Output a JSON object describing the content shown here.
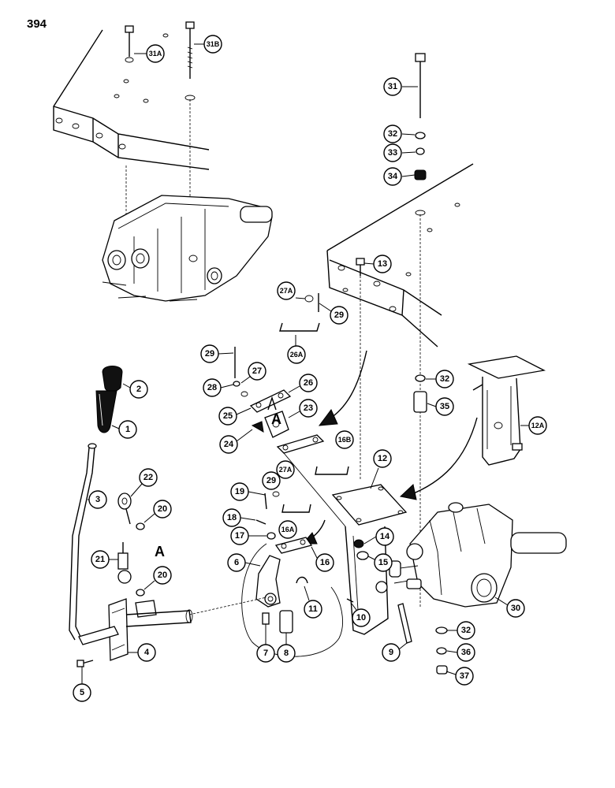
{
  "page_number": "394",
  "callouts": {
    "c31A": "31A",
    "c31B": "31B",
    "c31": "31",
    "c32a": "32",
    "c33": "33",
    "c34": "34",
    "c13": "13",
    "c27A": "27A",
    "c29a": "29",
    "c26A": "26A",
    "c29b": "29",
    "c27": "27",
    "c28": "28",
    "c26": "26",
    "c25": "25",
    "c23": "23",
    "c24": "24",
    "c16B": "16B",
    "c32b": "32",
    "c35": "35",
    "c12A": "12A",
    "c2": "2",
    "c1": "1",
    "c22": "22",
    "c3": "3",
    "c20a": "20",
    "c12": "12",
    "c19": "19",
    "c29c": "29",
    "c27A2": "27A",
    "c18": "18",
    "c16A": "16A",
    "c14": "14",
    "c17": "17",
    "c16": "16",
    "c15": "15",
    "c21": "21",
    "c20b": "20",
    "c6": "6",
    "c11": "11",
    "c10": "10",
    "c30": "30",
    "c4": "4",
    "c7": "7",
    "c8": "8",
    "c9": "9",
    "c32c": "32",
    "c36": "36",
    "c5": "5",
    "c37": "37"
  },
  "labels": {
    "detail_a_upper": "A",
    "detail_a_lower": "A"
  }
}
